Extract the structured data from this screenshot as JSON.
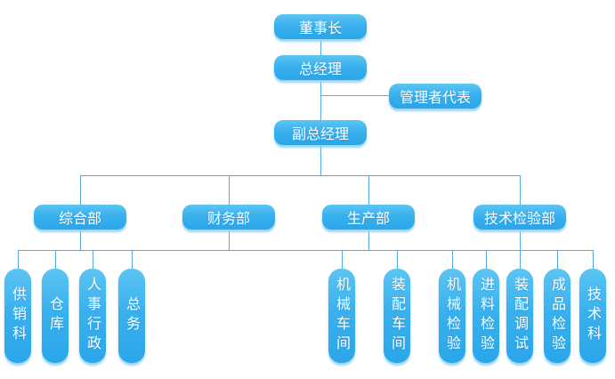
{
  "org": {
    "chairman": {
      "label": "董事长"
    },
    "general_manager": {
      "label": "总经理"
    },
    "management_representative": {
      "label": "管理者代表"
    },
    "deputy_general_manager": {
      "label": "副总经理"
    },
    "departments": [
      {
        "label": "综合部"
      },
      {
        "label": "财务部"
      },
      {
        "label": "生产部"
      },
      {
        "label": "技术检验部"
      }
    ],
    "sections": [
      {
        "label": "供销科",
        "under": "综合部"
      },
      {
        "label": "仓库",
        "under": "综合部"
      },
      {
        "label": "人事行政",
        "under": "综合部"
      },
      {
        "label": "总务",
        "under": "综合部"
      },
      {
        "label": "机械车间",
        "under": "生产部"
      },
      {
        "label": "装配车间",
        "under": "生产部"
      },
      {
        "label": "机械检验",
        "under": "技术检验部"
      },
      {
        "label": "进料检验",
        "under": "技术检验部"
      },
      {
        "label": "装配调试",
        "under": "技术检验部"
      },
      {
        "label": "成品检验",
        "under": "技术检验部"
      },
      {
        "label": "技术科",
        "under": "技术检验部"
      }
    ],
    "colors": {
      "box_gradient_top": "#5cc5f3",
      "box_gradient_bottom": "#2aa6e9",
      "box_shadow": "#98d3f1",
      "connector_line": "#55aae6",
      "text": "#ffffff",
      "background": "#ffffff"
    }
  }
}
